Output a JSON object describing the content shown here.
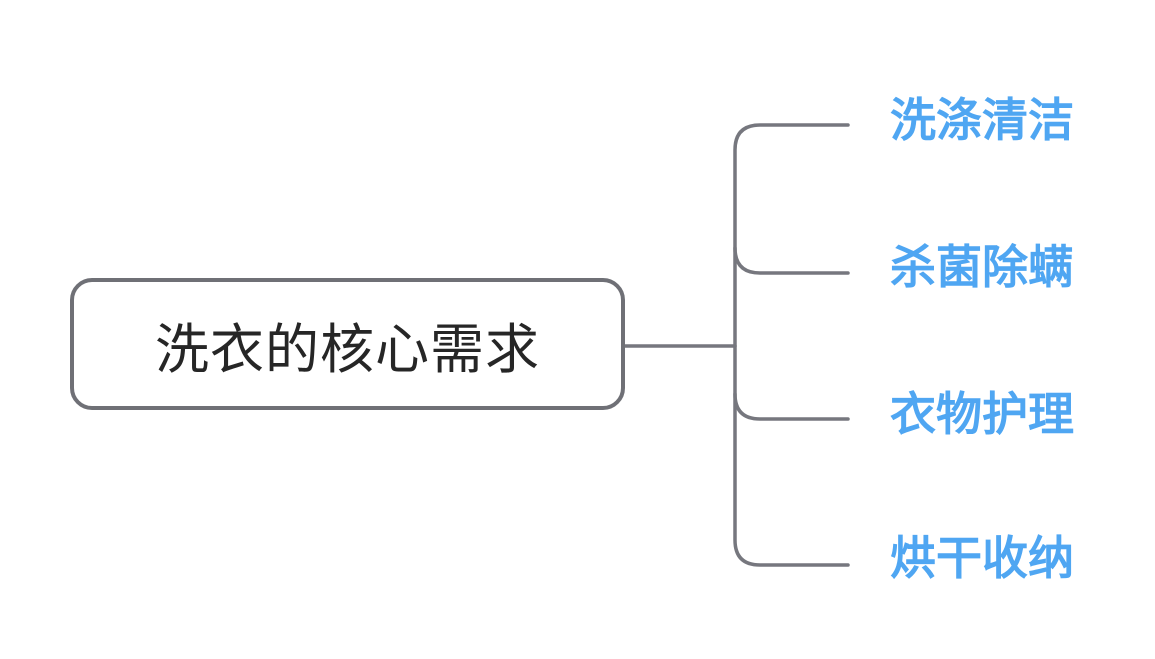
{
  "diagram": {
    "type": "mindmap",
    "root": {
      "label": "洗衣的核心需求"
    },
    "branches": [
      {
        "label": "洗涤清洁"
      },
      {
        "label": "杀菌除螨"
      },
      {
        "label": "衣物护理"
      },
      {
        "label": "烘干收纳"
      }
    ]
  },
  "colors": {
    "background": "#FFFFFF",
    "line": "#76777E",
    "node_border": "#6F7076",
    "root_text": "#262626",
    "branch_text": "#4FA6F2"
  }
}
